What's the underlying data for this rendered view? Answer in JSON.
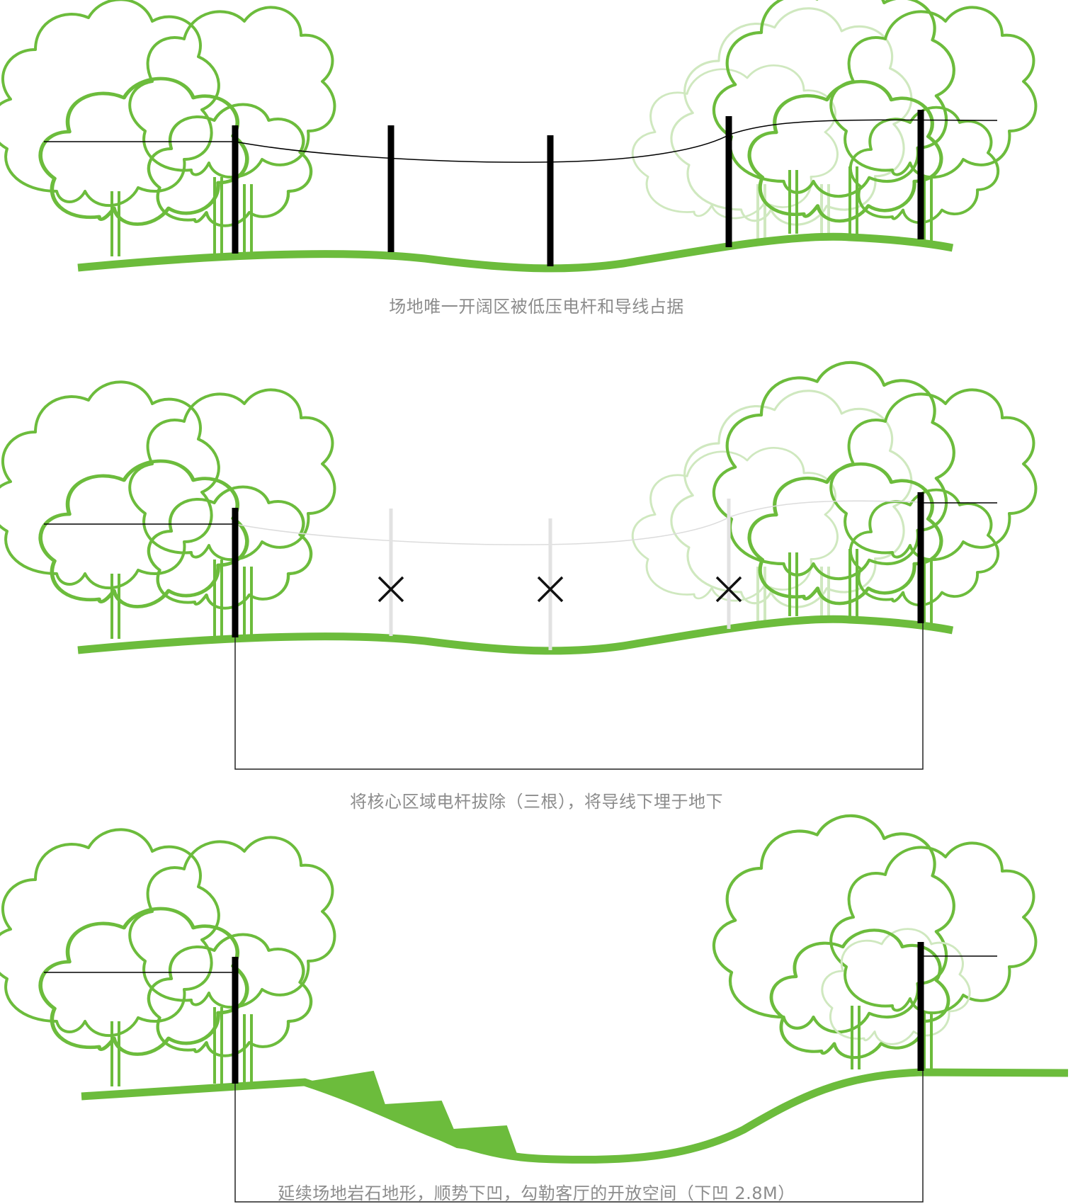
{
  "colors": {
    "tree": "#6cbc3c",
    "tree_faded": "#cfe8bf",
    "ground": "#6cbc3c",
    "pole": "#000000",
    "pole_removed": "#e2e2e2",
    "wire": "#000000",
    "wire_faded": "#dcdcdc",
    "caption": "#8c8c8c"
  },
  "icons": {
    "tree": "tree-icon",
    "pole": "utility-pole-icon",
    "remove": "x-mark-icon"
  },
  "panels": [
    {
      "caption": "场地唯一开阔区被低压电杆和导线占据"
    },
    {
      "caption": "将核心区域电杆拔除（三根），将导线下埋于地下"
    },
    {
      "caption": "延续场地岩石地形，顺势下凹，勾勒客厅的开放空间（下凹 2.8M）"
    }
  ]
}
